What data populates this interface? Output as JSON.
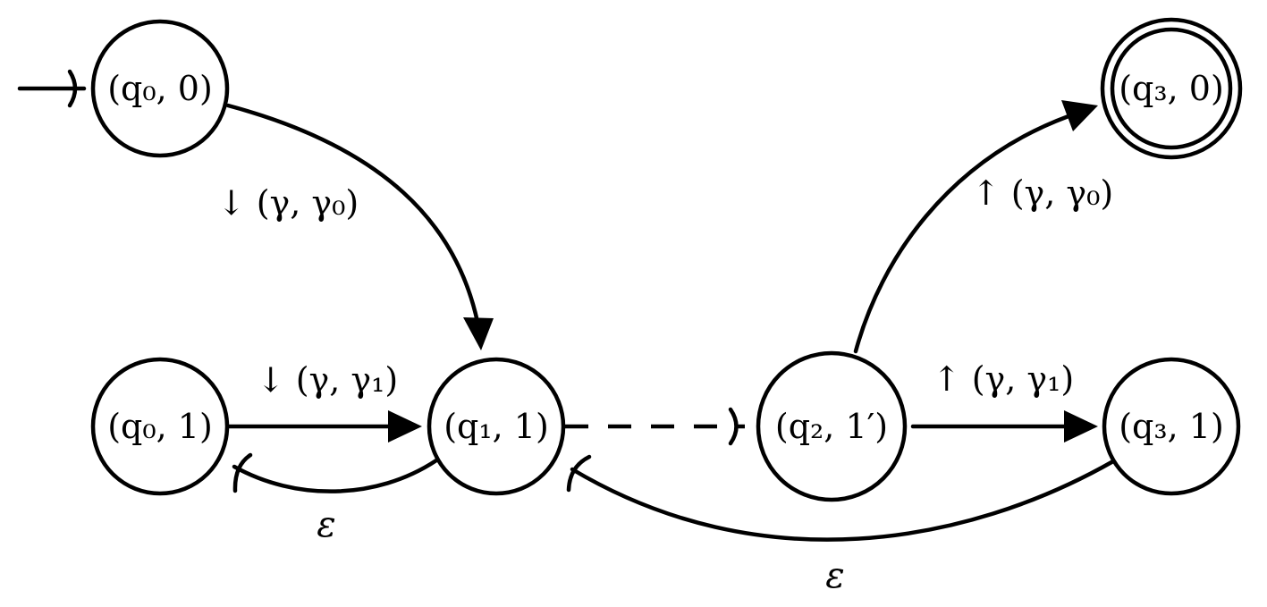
{
  "states": {
    "q0_0": {
      "label": "(q₀, 0)"
    },
    "q0_1": {
      "label": "(q₀, 1)"
    },
    "q1_1": {
      "label": "(q₁, 1)"
    },
    "q2_1p": {
      "label": "(q₂, 1′)"
    },
    "q3_1": {
      "label": "(q₃, 1)"
    },
    "q3_0": {
      "label": "(q₃, 0)"
    }
  },
  "transitions": {
    "q0_0_to_q1_1": {
      "label": "↓ (γ, γ₀)"
    },
    "q0_1_to_q1_1": {
      "label": "↓ (γ, γ₁)"
    },
    "q1_1_to_q0_1": {
      "label": "ε"
    },
    "q2_1p_to_q3_0": {
      "label": "↑ (γ, γ₀)"
    },
    "q2_1p_to_q3_1": {
      "label": "↑ (γ, γ₁)"
    },
    "q3_1_to_q1_1": {
      "label": "ε"
    }
  }
}
